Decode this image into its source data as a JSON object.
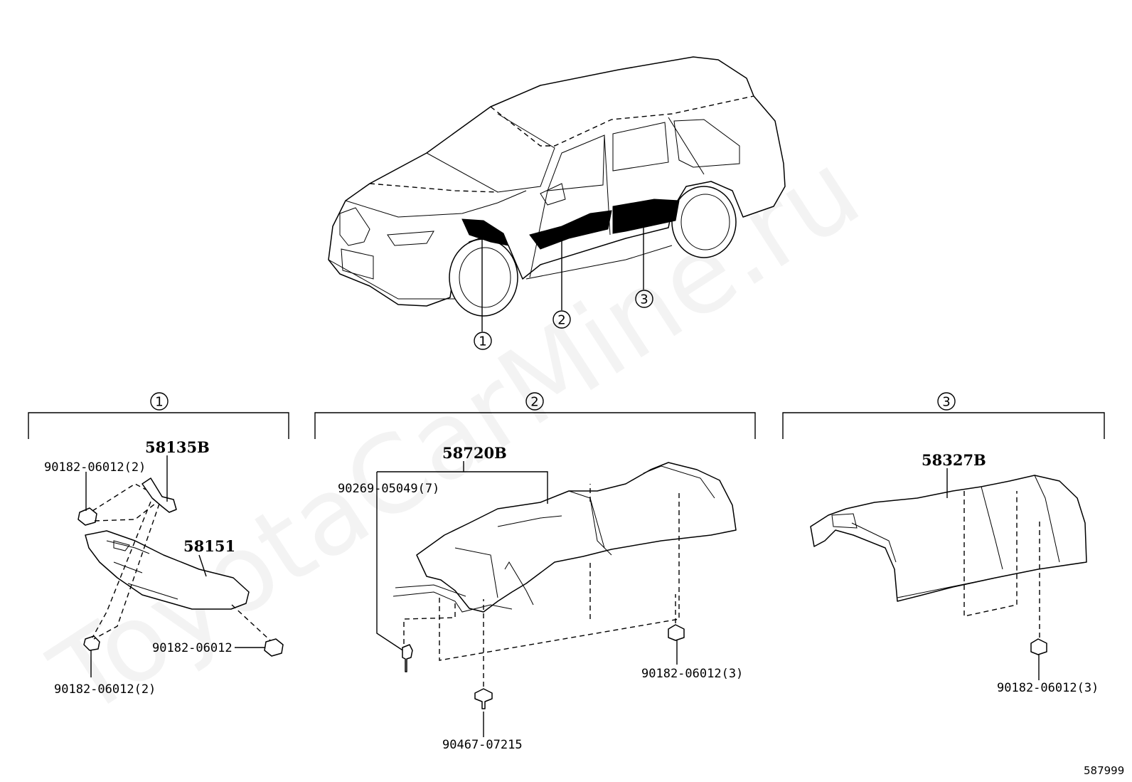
{
  "watermark": "ToyotaCarMine.ru",
  "reference_code": "587999",
  "callouts": {
    "c1": "1",
    "c2": "2",
    "c3": "3"
  },
  "groups": {
    "g1": {
      "marker": "1",
      "main_part": "58151",
      "labels": {
        "p58135B": "58135B",
        "clip_top": "90182-06012(2)",
        "clip_bottom": "90182-06012(2)",
        "clip_right": "90182-06012"
      }
    },
    "g2": {
      "marker": "2",
      "main_part": "58720B",
      "labels": {
        "rivet": "90269-05049(7)",
        "clip_right": "90182-06012(3)",
        "bolt": "90467-07215"
      }
    },
    "g3": {
      "marker": "3",
      "main_part": "58327B",
      "labels": {
        "clip": "90182-06012(3)"
      }
    }
  }
}
